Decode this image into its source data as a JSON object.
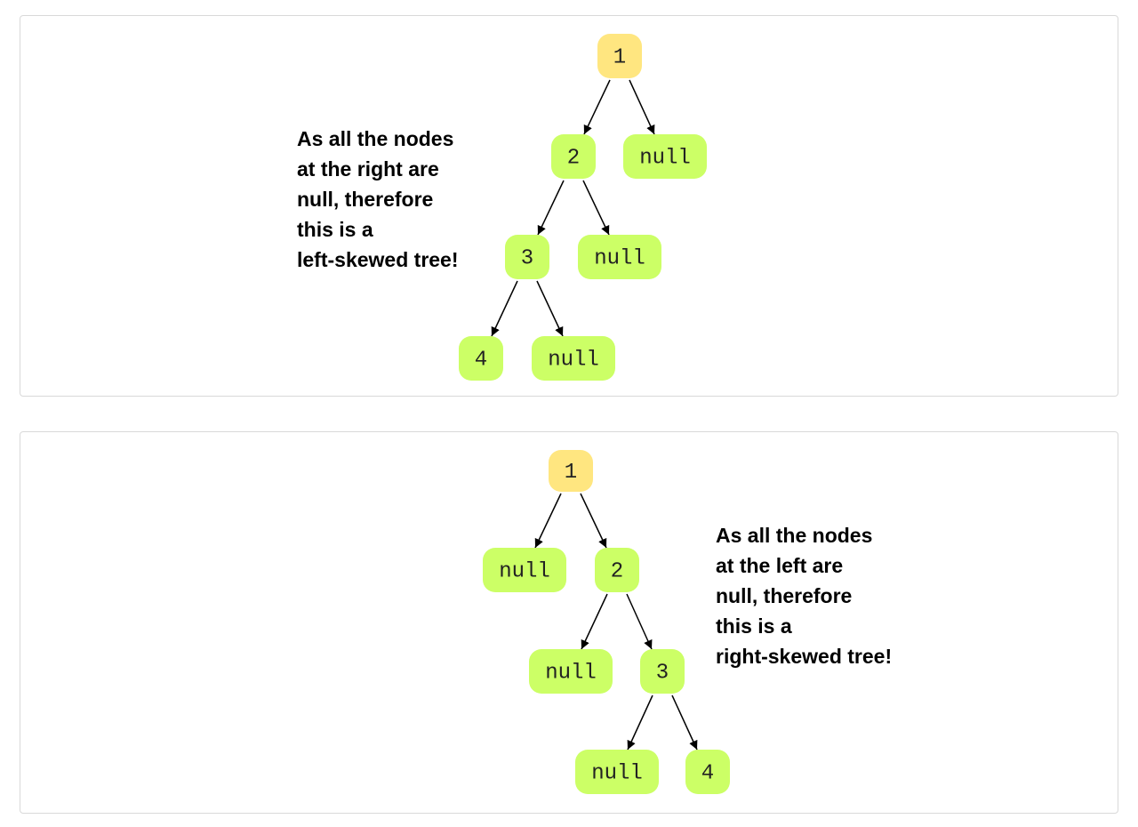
{
  "colors": {
    "root_fill": "#ffe680",
    "node_fill": "#ccff66",
    "edge": "#000000"
  },
  "diagrams": [
    {
      "id": "left-skewed",
      "caption_lines": [
        "As all the nodes",
        "at the right are",
        "null, therefore",
        "this is a",
        "left-skewed tree!"
      ],
      "nodes": [
        {
          "id": "n1",
          "label": "1",
          "role": "root"
        },
        {
          "id": "n2",
          "label": "2",
          "role": "node"
        },
        {
          "id": "n1r",
          "label": "null",
          "role": "node"
        },
        {
          "id": "n3",
          "label": "3",
          "role": "node"
        },
        {
          "id": "n2r",
          "label": "null",
          "role": "node"
        },
        {
          "id": "n4",
          "label": "4",
          "role": "node"
        },
        {
          "id": "n3r",
          "label": "null",
          "role": "node"
        }
      ],
      "edges": [
        [
          "n1",
          "n2"
        ],
        [
          "n1",
          "n1r"
        ],
        [
          "n2",
          "n3"
        ],
        [
          "n2",
          "n2r"
        ],
        [
          "n3",
          "n4"
        ],
        [
          "n3",
          "n3r"
        ]
      ]
    },
    {
      "id": "right-skewed",
      "caption_lines": [
        "As all the nodes",
        "at the left are",
        "null, therefore",
        "this is a",
        "right-skewed tree!"
      ],
      "nodes": [
        {
          "id": "m1",
          "label": "1",
          "role": "root"
        },
        {
          "id": "m1l",
          "label": "null",
          "role": "node"
        },
        {
          "id": "m2",
          "label": "2",
          "role": "node"
        },
        {
          "id": "m2l",
          "label": "null",
          "role": "node"
        },
        {
          "id": "m3",
          "label": "3",
          "role": "node"
        },
        {
          "id": "m3l",
          "label": "null",
          "role": "node"
        },
        {
          "id": "m4",
          "label": "4",
          "role": "node"
        }
      ],
      "edges": [
        [
          "m1",
          "m1l"
        ],
        [
          "m1",
          "m2"
        ],
        [
          "m2",
          "m2l"
        ],
        [
          "m2",
          "m3"
        ],
        [
          "m3",
          "m3l"
        ],
        [
          "m3",
          "m4"
        ]
      ]
    }
  ]
}
